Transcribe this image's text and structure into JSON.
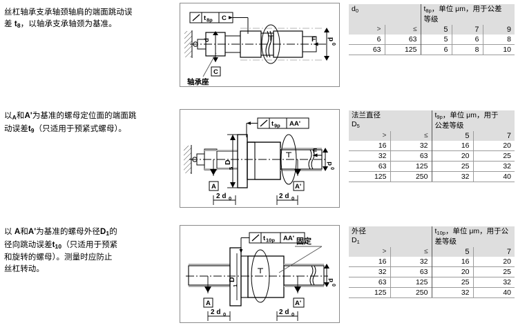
{
  "sections": [
    {
      "id": "sec-shaft-shoulder-runout",
      "description_html": "丝杠轴承支承轴颈轴肩的端面跳动误<br>差 <b>t<sub>8</sub></b>，以轴承支承轴颈为基准。",
      "diagram": {
        "name": "bearing-journal-shoulder-runout-diagram",
        "control_frame": {
          "symbol": "runout",
          "tolerance": "t",
          "tolerance_sub": "8p",
          "datum": "C"
        },
        "labels": {
          "datum_box": "C",
          "part_label": "轴承座",
          "force": "F",
          "dim_minor": "d",
          "dim_major": "d",
          "dim_major_sub": "0"
        }
      },
      "table": {
        "name": "tolerance-table-t8p",
        "col1_title": "d",
        "col1_title_sub": "0",
        "col2_title_a": "t",
        "col2_title_a_sub": "8p",
        "col2_title_b": "，单位 μm，用于公差",
        "col2_title_c": "等级",
        "sub_headers": [
          ">",
          "≤"
        ],
        "grades": [
          "5",
          "7",
          "9"
        ],
        "rows": [
          {
            "from": "6",
            "to": "63",
            "values": [
              "5",
              "6",
              "8"
            ]
          },
          {
            "from": "63",
            "to": "125",
            "values": [
              "6",
              "8",
              "10"
            ]
          }
        ]
      }
    },
    {
      "id": "sec-nut-seat-face-runout",
      "description_html": "以<b><sub>A</sub></b>和<b>A'</b>为基准的螺母定位面的端面跳<br>动误差<b>t<sub>9</sub></b>（只适用于预紧式螺母）。",
      "diagram": {
        "name": "nut-locating-face-runout-diagram",
        "control_frame": {
          "symbol": "runout",
          "tolerance": "t",
          "tolerance_sub": "9p",
          "datum": "AA'"
        },
        "labels": {
          "datum_left": "A",
          "datum_right": "A'",
          "dim_flange": "D",
          "dim_flange_sub": "5",
          "dim_shaft": "d",
          "dim_shaft_sub": "0",
          "force": "F",
          "span_left": "2 d",
          "span_left_sub": "0",
          "span_right": "2 d",
          "span_right_sub": "0"
        }
      },
      "table": {
        "name": "tolerance-table-t9p",
        "col1_title": "法兰直径",
        "col1_title_line2": "D",
        "col1_title_line2_sub": "5",
        "col2_title_a": "t",
        "col2_title_a_sub": "9p",
        "col2_title_b": "，单位 μm，用于",
        "col2_title_c": "公差等级",
        "sub_headers": [
          ">",
          "≤"
        ],
        "grades": [
          "5",
          "7"
        ],
        "rows": [
          {
            "from": "16",
            "to": "32",
            "values": [
              "16",
              "20"
            ]
          },
          {
            "from": "32",
            "to": "63",
            "values": [
              "20",
              "25"
            ]
          },
          {
            "from": "63",
            "to": "125",
            "values": [
              "25",
              "32"
            ]
          },
          {
            "from": "125",
            "to": "250",
            "values": [
              "32",
              "40"
            ]
          }
        ]
      }
    },
    {
      "id": "sec-nut-od-radial-runout",
      "description_html": "以 <b>A</b>和<b>A'</b>为基准的螺母外径<b>D<sub>1</sub></b>的<br>径向跳动误差<b>t<sub>10</sub></b>（只适用于预紧<br>和旋转的螺母）。测量时应防止<br>丝杠转动。",
      "diagram": {
        "name": "nut-outer-diameter-radial-runout-diagram",
        "control_frame": {
          "symbol": "runout",
          "tolerance": "t",
          "tolerance_sub": "10p",
          "datum": "AA'"
        },
        "labels": {
          "datum_left": "A",
          "datum_right": "A'",
          "fixed_label": "固定",
          "dim_nut": "D",
          "dim_nut_sub": "1",
          "dim_shaft": "d",
          "dim_shaft_sub": "0",
          "span_left": "2 d",
          "span_left_sub": "0",
          "span_right": "2 d",
          "span_right_sub": "0"
        }
      },
      "table": {
        "name": "tolerance-table-t10p",
        "col1_title": "外径",
        "col1_title_line2": "D",
        "col1_title_line2_sub": "1",
        "col2_title_a": "t",
        "col2_title_a_sub": "10p",
        "col2_title_b": "，单位 μm，用于公",
        "col2_title_c": "差等级",
        "sub_headers": [
          ">",
          "≤"
        ],
        "grades": [
          "5",
          "7"
        ],
        "rows": [
          {
            "from": "16",
            "to": "32",
            "values": [
              "16",
              "20"
            ]
          },
          {
            "from": "32",
            "to": "63",
            "values": [
              "20",
              "25"
            ]
          },
          {
            "from": "63",
            "to": "125",
            "values": [
              "25",
              "32"
            ]
          },
          {
            "from": "125",
            "to": "250",
            "values": [
              "32",
              "40"
            ]
          }
        ]
      }
    }
  ],
  "colors": {
    "header_bg": "#dedede",
    "rule": "#9a9a9a",
    "frame": "#8a8a8a",
    "text": "#000000"
  }
}
